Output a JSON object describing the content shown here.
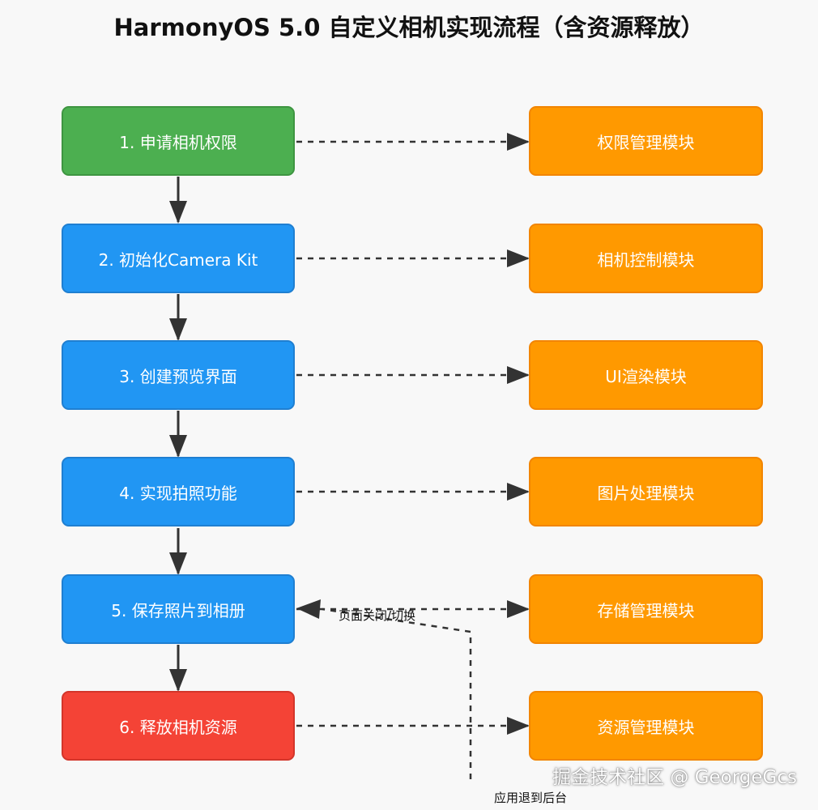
{
  "title": "HarmonyOS 5.0 自定义相机实现流程（含资源释放）",
  "steps": [
    {
      "label": "1. 申请相机权限",
      "color": "#4caf50"
    },
    {
      "label": "2. 初始化Camera Kit",
      "color": "#2196f3"
    },
    {
      "label": "3. 创建预览界面",
      "color": "#2196f3"
    },
    {
      "label": "4. 实现拍照功能",
      "color": "#2196f3"
    },
    {
      "label": "5. 保存照片到相册",
      "color": "#2196f3"
    },
    {
      "label": "6. 释放相机资源",
      "color": "#f44336"
    }
  ],
  "modules": [
    {
      "label": "权限管理模块",
      "color": "#ff9900"
    },
    {
      "label": "相机控制模块",
      "color": "#ff9900"
    },
    {
      "label": "UI渲染模块",
      "color": "#ff9900"
    },
    {
      "label": "图片处理模块",
      "color": "#ff9900"
    },
    {
      "label": "存储管理模块",
      "color": "#ff9900"
    },
    {
      "label": "资源管理模块",
      "color": "#ff9900"
    }
  ],
  "edge_labels": {
    "page_close": "页面关闭/切换",
    "app_background": "应用退到后台"
  },
  "watermark": "掘金技术社区 @ GeorgeGcs"
}
